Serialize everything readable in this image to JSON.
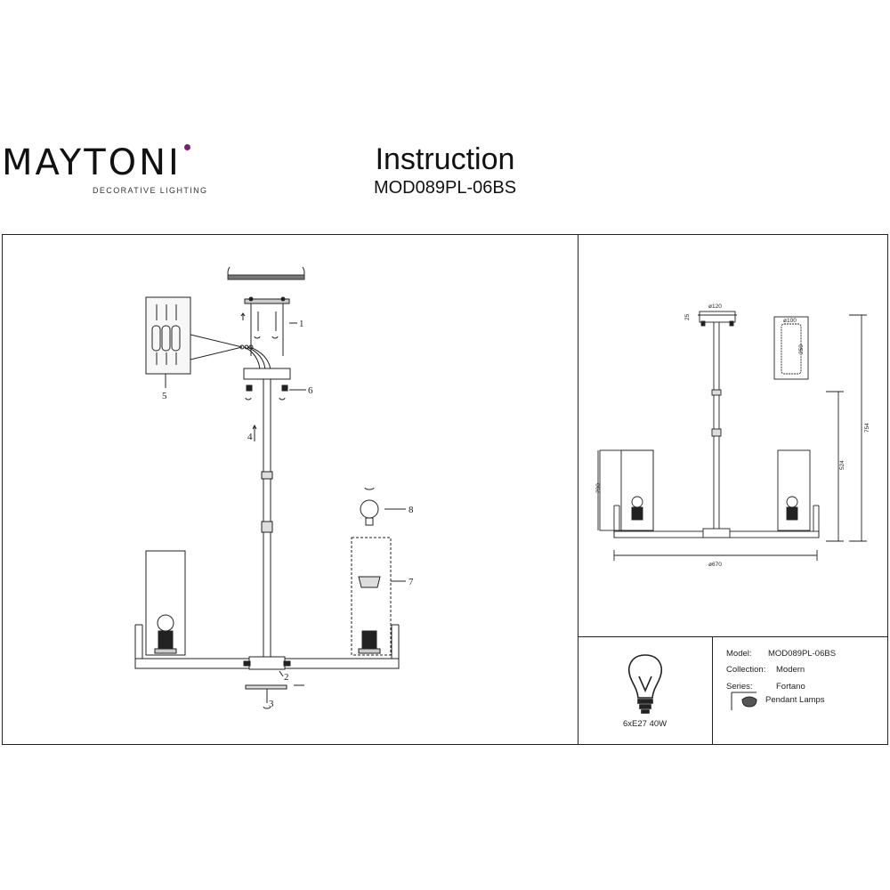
{
  "brand": {
    "name": "MAYTONI",
    "tagline": "DECORATIVE LIGHTING"
  },
  "header": {
    "title": "Instruction",
    "model_code": "MOD089PL-06BS"
  },
  "assembly": {
    "callouts": [
      "1",
      "2",
      "3",
      "4",
      "5",
      "6",
      "7",
      "8"
    ]
  },
  "dimensions": {
    "canopy_diameter": "ø120",
    "canopy_height": "25",
    "shade_diameter": "ø100",
    "shade_height": "250",
    "overall_height": "754",
    "rod_height": "524",
    "arm_height": "290",
    "overall_width": "ø670"
  },
  "bulb": {
    "spec": "6xE27 40W"
  },
  "info": {
    "model_label": "Model:",
    "model_value": "MOD089PL-06BS",
    "collection_label": "Collection:",
    "collection_value": "Modern",
    "series_label": "Series:",
    "series_value": "Fortano",
    "type_value": "Pendant Lamps"
  },
  "colors": {
    "brand_dot": "#7a1f6a",
    "line": "#222222"
  }
}
